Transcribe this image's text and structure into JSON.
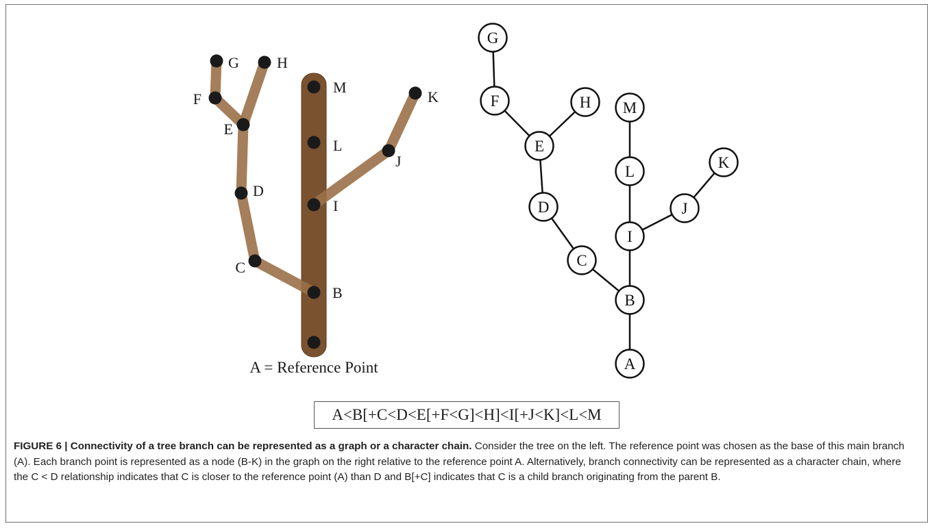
{
  "left_tree": {
    "nodes": [
      {
        "id": "A",
        "label": ""
      },
      {
        "id": "B",
        "label": "B"
      },
      {
        "id": "C",
        "label": "C"
      },
      {
        "id": "D",
        "label": "D"
      },
      {
        "id": "E",
        "label": "E"
      },
      {
        "id": "F",
        "label": "F"
      },
      {
        "id": "G",
        "label": "G"
      },
      {
        "id": "H",
        "label": "H"
      },
      {
        "id": "I",
        "label": "I"
      },
      {
        "id": "J",
        "label": "J"
      },
      {
        "id": "K",
        "label": "K"
      },
      {
        "id": "L",
        "label": "L"
      },
      {
        "id": "M",
        "label": "M"
      }
    ],
    "reference_label": "A = Reference Point",
    "colors": {
      "trunk": "#7a5230",
      "branch": "#9b7049",
      "node": "#1a1a1a"
    }
  },
  "graph": {
    "nodes": [
      {
        "id": "A",
        "label": "A"
      },
      {
        "id": "B",
        "label": "B"
      },
      {
        "id": "C",
        "label": "C"
      },
      {
        "id": "D",
        "label": "D"
      },
      {
        "id": "E",
        "label": "E"
      },
      {
        "id": "F",
        "label": "F"
      },
      {
        "id": "G",
        "label": "G"
      },
      {
        "id": "H",
        "label": "H"
      },
      {
        "id": "I",
        "label": "I"
      },
      {
        "id": "J",
        "label": "J"
      },
      {
        "id": "K",
        "label": "K"
      },
      {
        "id": "L",
        "label": "L"
      },
      {
        "id": "M",
        "label": "M"
      }
    ],
    "edges": [
      [
        "A",
        "B"
      ],
      [
        "B",
        "C"
      ],
      [
        "C",
        "D"
      ],
      [
        "D",
        "E"
      ],
      [
        "E",
        "F"
      ],
      [
        "F",
        "G"
      ],
      [
        "E",
        "H"
      ],
      [
        "B",
        "I"
      ],
      [
        "I",
        "J"
      ],
      [
        "J",
        "K"
      ],
      [
        "I",
        "L"
      ],
      [
        "L",
        "M"
      ]
    ]
  },
  "chain": "A<B[+C<D<E[+F<G]<H]<I[+J<K]<L<M",
  "caption": {
    "lead": "FIGURE 6 | Connectivity of a tree branch can be represented as a graph or a character chain.",
    "body": " Consider the tree on the left. The reference point was chosen as the base of this main branch (A). Each branch point is represented as a node (B-K) in the graph on the right relative to the reference point A. Alternatively, branch connectivity can be represented as a character chain, where the C < D relationship indicates that C is closer to the reference point (A) than D and B[+C] indicates that C is a child branch originating from the parent B."
  }
}
